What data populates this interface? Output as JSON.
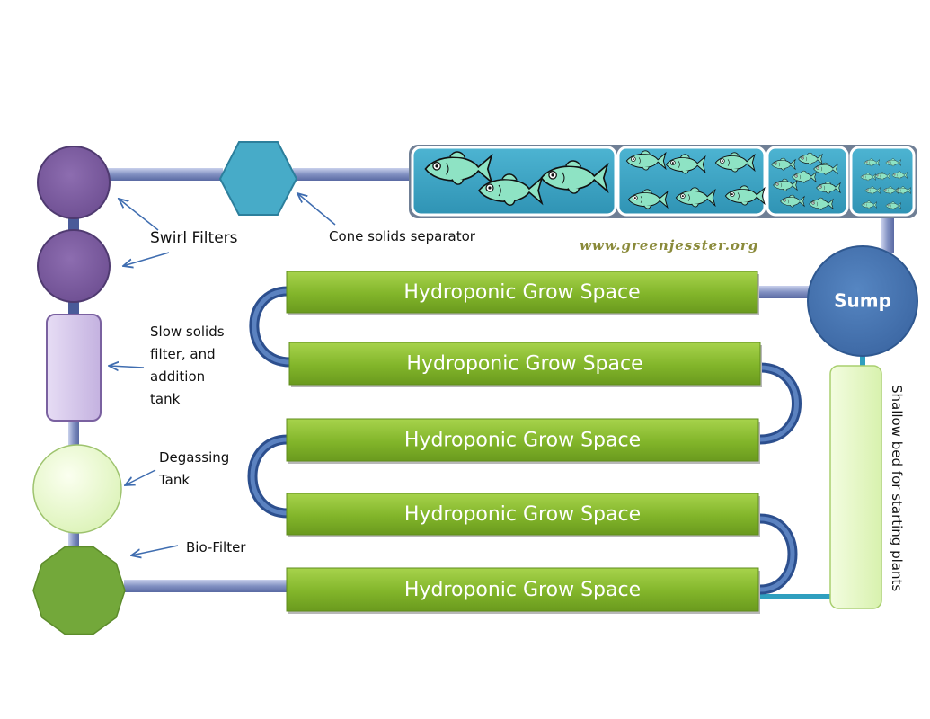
{
  "labels": {
    "swirl_filters": "Swirl Filters",
    "cone_separator": "Cone solids separator",
    "slow_solids_lines": [
      "Slow solids",
      "filter, and",
      "addition",
      "tank"
    ],
    "degassing_lines": [
      "Degassing",
      "Tank"
    ],
    "biofilter": "Bio-Filter",
    "sump": "Sump",
    "shallow_bed": "Shallow bed for starting plants",
    "website": "www.greenjesster.org"
  },
  "grow_spaces": [
    {
      "label": "Hydroponic Grow Space"
    },
    {
      "label": "Hydroponic Grow Space"
    },
    {
      "label": "Hydroponic Grow Space"
    },
    {
      "label": "Hydroponic Grow Space"
    },
    {
      "label": "Hydroponic Grow Space"
    }
  ],
  "colors": {
    "pipe": "#8e9bc7",
    "purple": "#7f5fa0",
    "lavender": "#d6c8ea",
    "light_green": "#eaf8d0",
    "dark_green": "#75a83a",
    "teal": "#4aaec9",
    "fish_tank": "#3aa2c2",
    "fish": "#8ee3c4",
    "grow_green": "#86bb2c",
    "loop_blue": "#3e68a8",
    "sump_blue": "#4976b4"
  }
}
